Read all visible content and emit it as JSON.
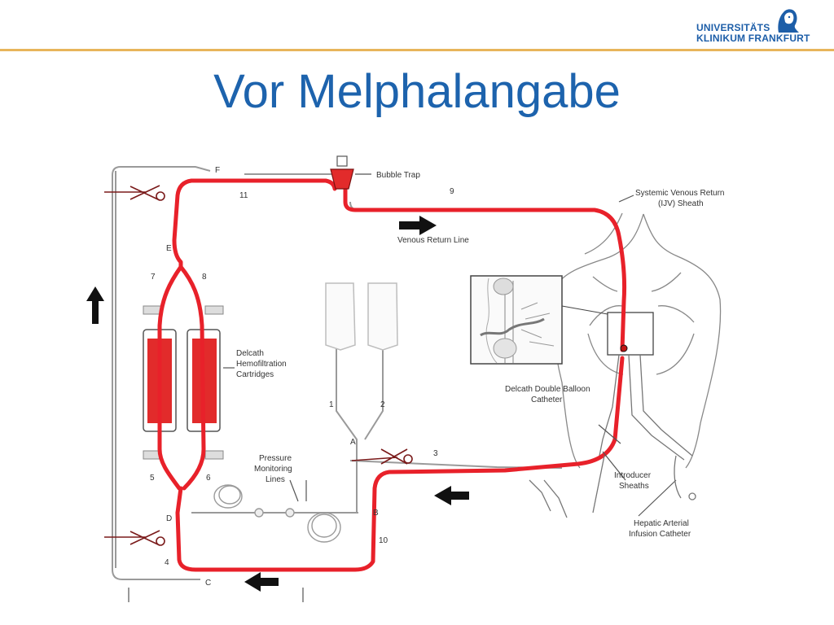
{
  "slide": {
    "title": "Vor Melphalangabe"
  },
  "logo": {
    "line1": "UNIVERSITÄTS",
    "line2": "KLINIKUM FRANKFURT",
    "icon": "goethe-portrait-icon"
  },
  "diagram": {
    "labels": {
      "bubble_trap": "Bubble Trap",
      "venous_return_line": "Venous Return Line",
      "systemic_return_1": "Systemic Venous Return",
      "systemic_return_2": "(IJV) Sheath",
      "cartridges_1": "Delcath",
      "cartridges_2": "Hemofiltration",
      "cartridges_3": "Cartridges",
      "pressure_1": "Pressure",
      "pressure_2": "Monitoring",
      "pressure_3": "Lines",
      "balloon_1": "Delcath Double Balloon",
      "balloon_2": "Catheter",
      "introducer_1": "Introducer",
      "introducer_2": "Sheaths",
      "hepatic_1": "Hepatic Arterial",
      "hepatic_2": "Infusion Catheter"
    },
    "letters": {
      "a": "A",
      "b": "B",
      "c": "C",
      "d": "D",
      "e": "E",
      "f": "F"
    },
    "numbers": {
      "n1": "1",
      "n2": "2",
      "n3": "3",
      "n4": "4",
      "n5": "5",
      "n6": "6",
      "n7": "7",
      "n8": "8",
      "n9": "9",
      "n10": "10",
      "n11": "11"
    },
    "colors": {
      "flow": "#e8212a",
      "tubing": "#9a9a9a",
      "ink": "#333333",
      "title": "#1d63ad",
      "rule": "#e8b55b"
    },
    "icons": [
      "clamp-icon",
      "arrow-up-icon",
      "arrow-right-icon",
      "arrow-left-icon",
      "bubble-trap-icon",
      "saline-bag-icon",
      "coil-icon",
      "torso-icon",
      "catheter-detail-icon"
    ]
  }
}
